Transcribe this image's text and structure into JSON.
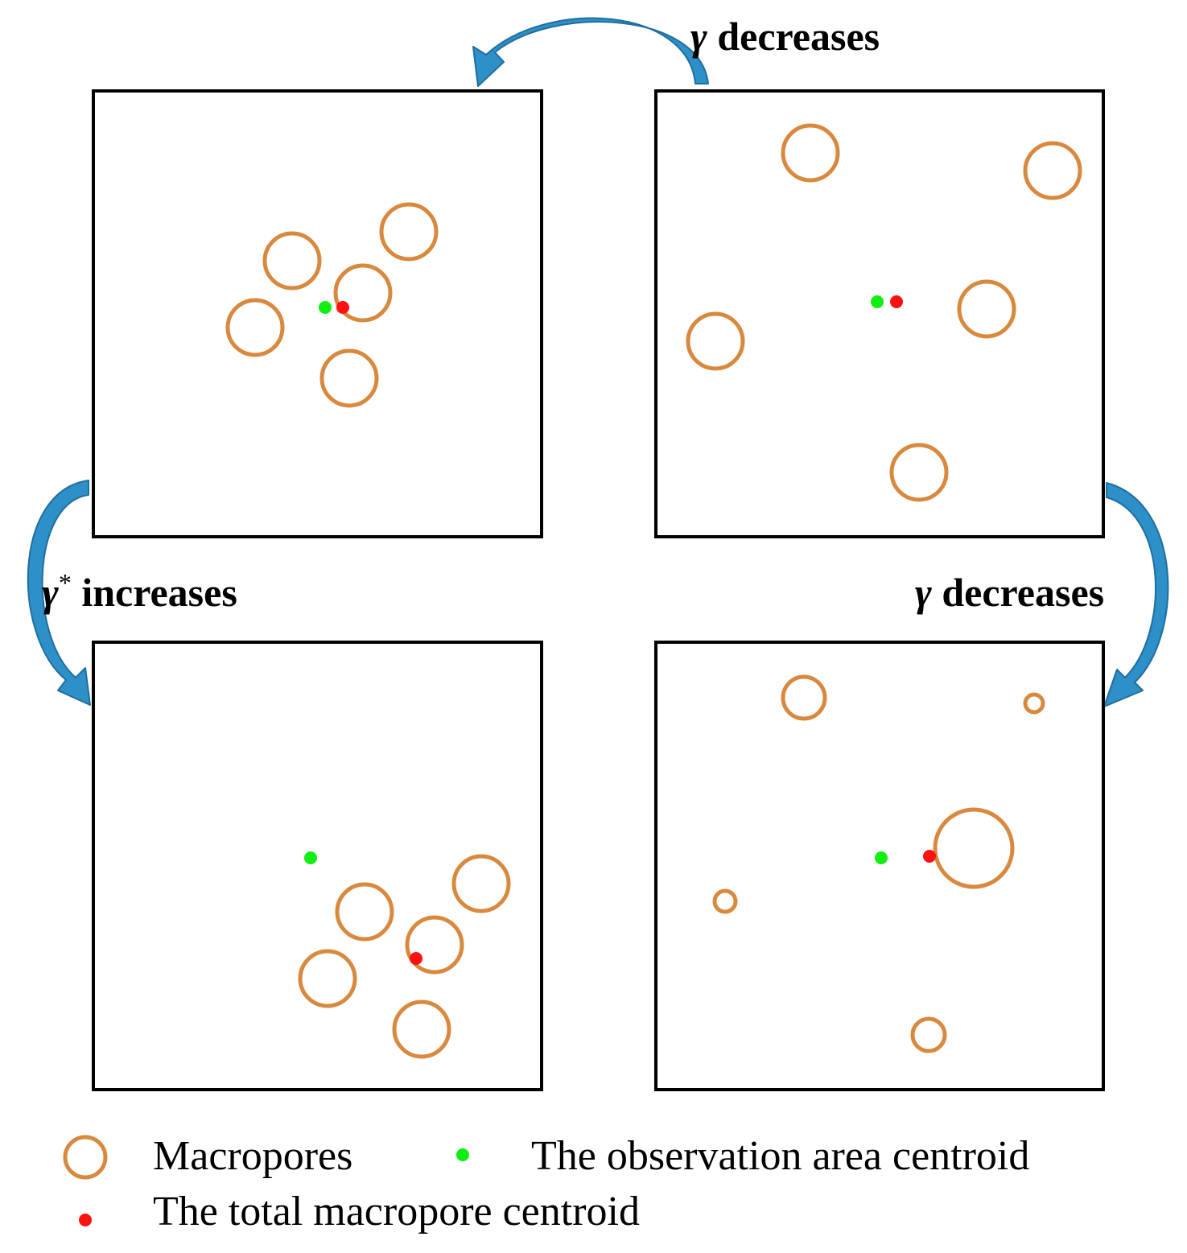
{
  "colors": {
    "macropore": "#D9893E",
    "observation_centroid": "#11EE11",
    "total_centroid": "#FF1111",
    "arrow_fill": "#2E90C8",
    "arrow_stroke": "#1F6E9E",
    "panel_border": "#000000"
  },
  "arrows": {
    "top": {
      "symbol": "γ",
      "superscript": "",
      "text": " decreases"
    },
    "left": {
      "symbol": "γ",
      "superscript": "*",
      "text": " increases"
    },
    "right": {
      "symbol": "γ",
      "superscript": "",
      "text": " decreases"
    }
  },
  "legend": {
    "macropores": "Macropores",
    "observation_centroid": "The observation area centroid",
    "total_centroid": "The total macropore centroid"
  }
}
